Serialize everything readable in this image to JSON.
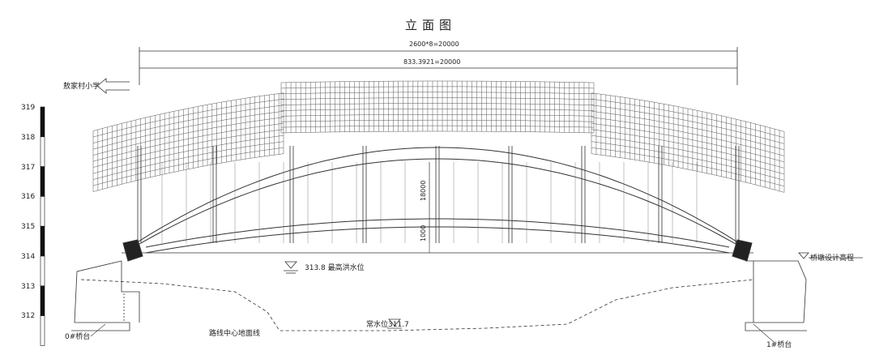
{
  "title": "立面图",
  "dimensions": {
    "total_span": "2600*8=20000",
    "arch_span": "833.3921=20000",
    "rise_upper": "18000",
    "rise_lower": "1000"
  },
  "direction_label": "敖家村小学",
  "scale_labels": [
    "319",
    "318",
    "317",
    "316",
    "315",
    "314",
    "313",
    "312"
  ],
  "water_levels": {
    "flood": "313.8 最高洪水位",
    "normal": "常水位311.7"
  },
  "design_label": "桥墩设计高程",
  "route_label": "路线中心地面线",
  "abutments": [
    "0#桥台",
    "1#桥台"
  ],
  "colors": {
    "line": "#333333",
    "grid": "#555555",
    "bg": "#ffffff"
  }
}
